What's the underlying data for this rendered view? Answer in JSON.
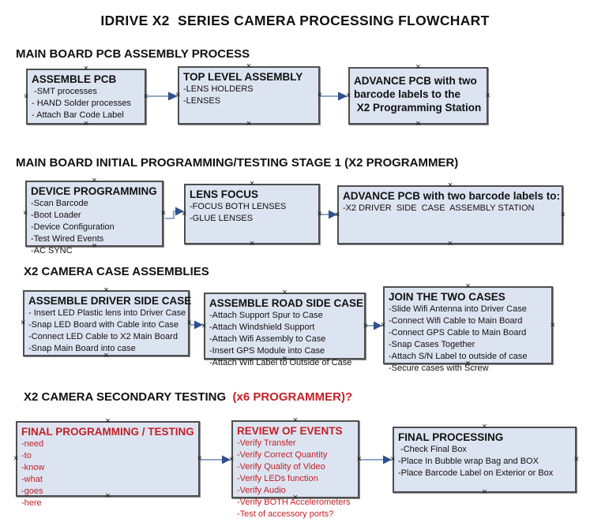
{
  "page": {
    "title": "IDRIVE X2  SERIES CAMERA PROCESSING FLOWCHART"
  },
  "colors": {
    "box_fill": "#dce4f1",
    "box_border": "#4e4e4e",
    "arrow_line": "#8fa7c6",
    "arrow_head": "#31508d",
    "red_text": "#c32026"
  },
  "icons": {
    "connection_handle": "×"
  },
  "sections": [
    {
      "header": "MAIN BOARD PCB ASSEMBLY PROCESS",
      "header_suffix": "",
      "nodes": [
        {
          "title_lines": [
            "ASSEMBLE PCB"
          ],
          "items": [
            " -SMT processes",
            "- HAND Solder processes",
            "- Attach Bar Code Label"
          ]
        },
        {
          "title_lines": [
            "TOP LEVEL ASSEMBLY"
          ],
          "items": [
            "-LENS HOLDERS",
            "-LENSES"
          ]
        },
        {
          "title_lines": [
            "ADVANCE PCB with two",
            "barcode labels to the",
            " X2 Programming Station"
          ],
          "items": []
        }
      ]
    },
    {
      "header": "MAIN BOARD INITIAL PROGRAMMING/TESTING STAGE 1 (X2 PROGRAMMER)",
      "header_suffix": "",
      "nodes": [
        {
          "title_lines": [
            "DEVICE PROGRAMMING"
          ],
          "items": [
            "-Scan Barcode",
            "-Boot Loader",
            "-Device Configuration",
            "-Test Wired Events",
            "-AC SYNC"
          ]
        },
        {
          "title_lines": [
            "LENS FOCUS"
          ],
          "items": [
            "-FOCUS BOTH LENSES",
            "-GLUE LENSES"
          ]
        },
        {
          "title_lines": [
            "ADVANCE PCB with two barcode labels to:"
          ],
          "items": [
            "-X2 DRIVER  SIDE  CASE  ASSEMBLY STATION"
          ]
        }
      ]
    },
    {
      "header": "X2 CAMERA CASE ASSEMBLIES",
      "header_suffix": "",
      "nodes": [
        {
          "title_lines": [
            "ASSEMBLE DRIVER SIDE CASE"
          ],
          "items": [
            "- Insert LED Plastic lens into Driver Case",
            "-Snap LED Board with Cable into Case",
            "-Connect LED Cable to X2 Main Board",
            "-Snap Main Board into case"
          ]
        },
        {
          "title_lines": [
            "ASSEMBLE ROAD SIDE CASE"
          ],
          "items": [
            "-Attach Support Spur to Case",
            "-Attach Windshield Support",
            "-Attach Wifi Assembly to Case",
            "-Insert GPS Module into Case",
            "-Attach Wifi Label to Outside of Case"
          ]
        },
        {
          "title_lines": [
            "JOIN THE TWO CASES"
          ],
          "items": [
            "-Slide Wifi Antenna into Driver Case",
            "-Connect Wifi Cable to Main Board",
            "-Connect GPS Cable to Main Board",
            "-Snap Cases Together",
            "-Attach S/N Label to outside of case",
            "-Secure cases with Screw"
          ]
        }
      ]
    },
    {
      "header": "X2 CAMERA SECONDARY TESTING ",
      "header_suffix": " (x6 PROGRAMMER)?",
      "nodes": [
        {
          "title_lines": [
            "FINAL PROGRAMMING / TESTING"
          ],
          "items": [
            "-need",
            "-to",
            "-know",
            "-what",
            "-goes",
            "-here"
          ]
        },
        {
          "title_lines": [
            "REVIEW OF EVENTS"
          ],
          "items": [
            "-Verify Transfer",
            "-Verify Correct Quantity",
            "-Verify Quality of Video",
            "-Verify LEDs function",
            "-Verify Audio",
            "-Verify BOTH Accelerometers",
            "-Test of accessory ports?"
          ]
        },
        {
          "title_lines": [
            "FINAL PROCESSING"
          ],
          "items": [
            " -Check Final Box",
            "-Place In Bubble wrap Bag and BOX",
            "-Place Barcode Label on Exterior or Box"
          ]
        }
      ]
    }
  ]
}
